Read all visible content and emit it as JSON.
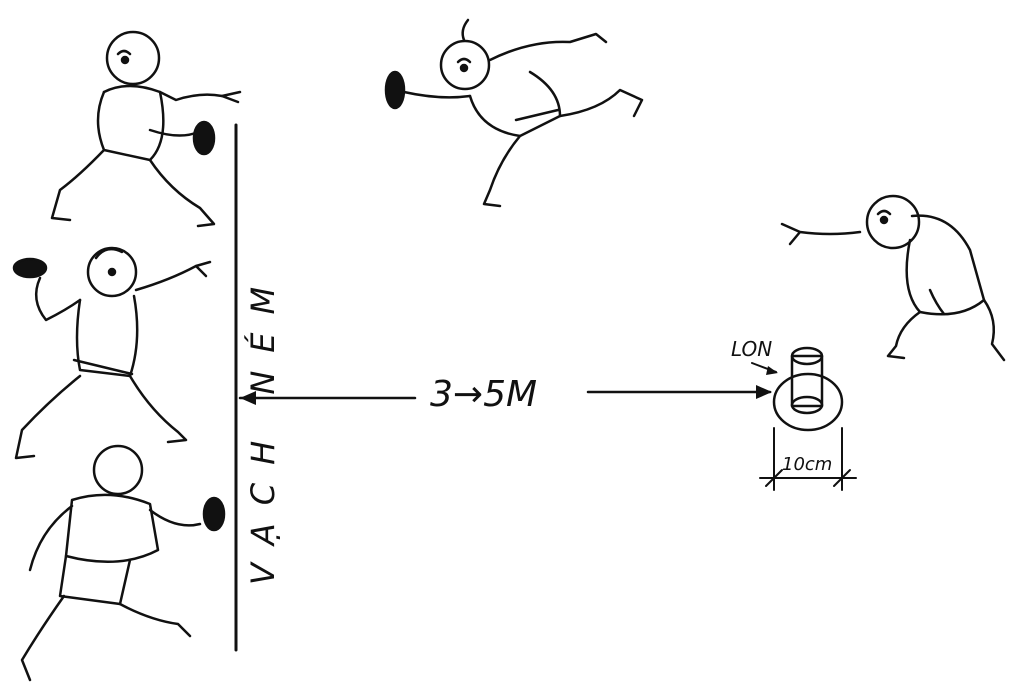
{
  "diagram": {
    "line_label": "VẠCH NÉM",
    "distance_label": "3→5M",
    "target_label": "LON",
    "diameter_label": "10cm"
  },
  "colors": {
    "ink": "#111111",
    "background": "#ffffff"
  }
}
